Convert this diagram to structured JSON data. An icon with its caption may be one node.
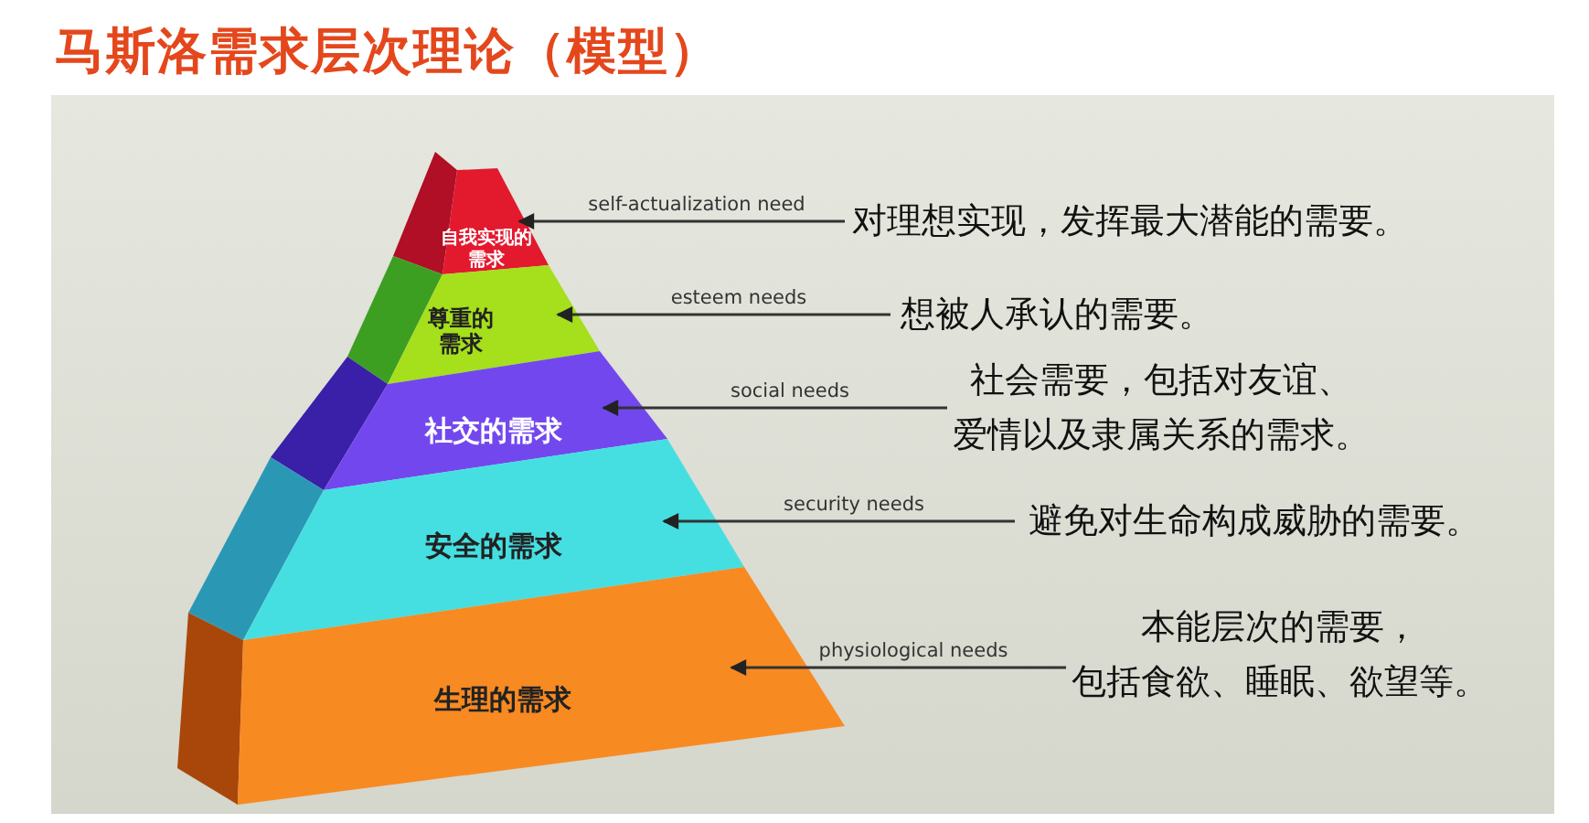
{
  "diagram": {
    "title": "马斯洛需求层次理论（模型）",
    "nodes": [
      {
        "text": [
          "自我实现的需求"
        ]
      },
      {
        "text": [
          "尊重的需求"
        ]
      },
      {
        "text": [
          "社交的需求"
        ]
      },
      {
        "text": [
          "安全的需求"
        ]
      },
      {
        "text": [
          "生理的需求"
        ]
      },
      {
        "text": [
          "对理想实现，发挥最大潜能的需要。"
        ]
      },
      {
        "text": [
          "想被人承认的需要。"
        ]
      },
      {
        "text": [
          "社会需要，包括对友谊、爱情以及隶属关系的需求。"
        ]
      },
      {
        "text": [
          "避免对生命构成威胁的需要。"
        ]
      },
      {
        "text": [
          "本能层次的需要，包括食欲、睡眠、欲望等。"
        ]
      }
    ],
    "edges": [
      {
        "from": 5,
        "to": 0,
        "arrow": "to",
        "label": "self-actualization need"
      },
      {
        "from": 6,
        "to": 1,
        "arrow": "to",
        "label": "esteem needs"
      },
      {
        "from": 7,
        "to": 2,
        "arrow": "to",
        "label": "social needs"
      },
      {
        "from": 8,
        "to": 3,
        "arrow": "to",
        "label": "security needs"
      },
      {
        "from": 9,
        "to": 4,
        "arrow": "to",
        "label": "physiological needs"
      }
    ]
  }
}
